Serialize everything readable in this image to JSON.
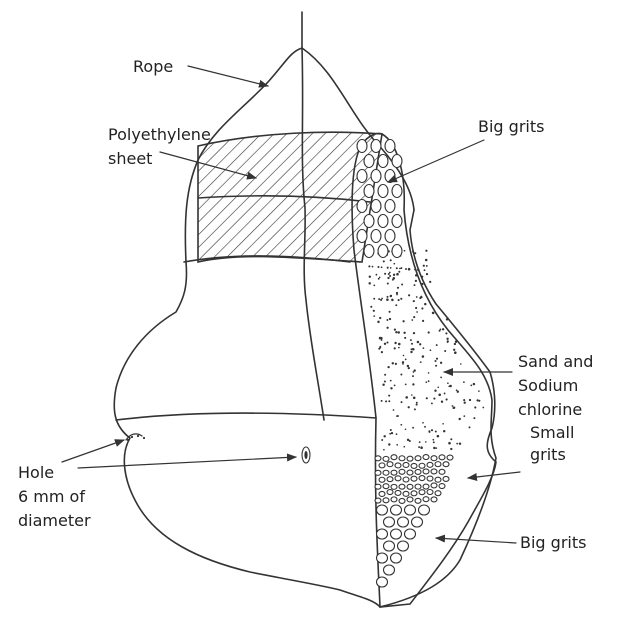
{
  "labels": {
    "rope": "Rope",
    "polyethylene": [
      "Polyethylene",
      "sheet"
    ],
    "big_grits_top": "Big grits",
    "sand": [
      "Sand and",
      "Sodium",
      "chlorine"
    ],
    "small_grits": [
      "Small",
      "grits"
    ],
    "big_grits_bottom": "Big grits",
    "hole": [
      "Hole",
      "6 mm of",
      "diameter"
    ]
  }
}
